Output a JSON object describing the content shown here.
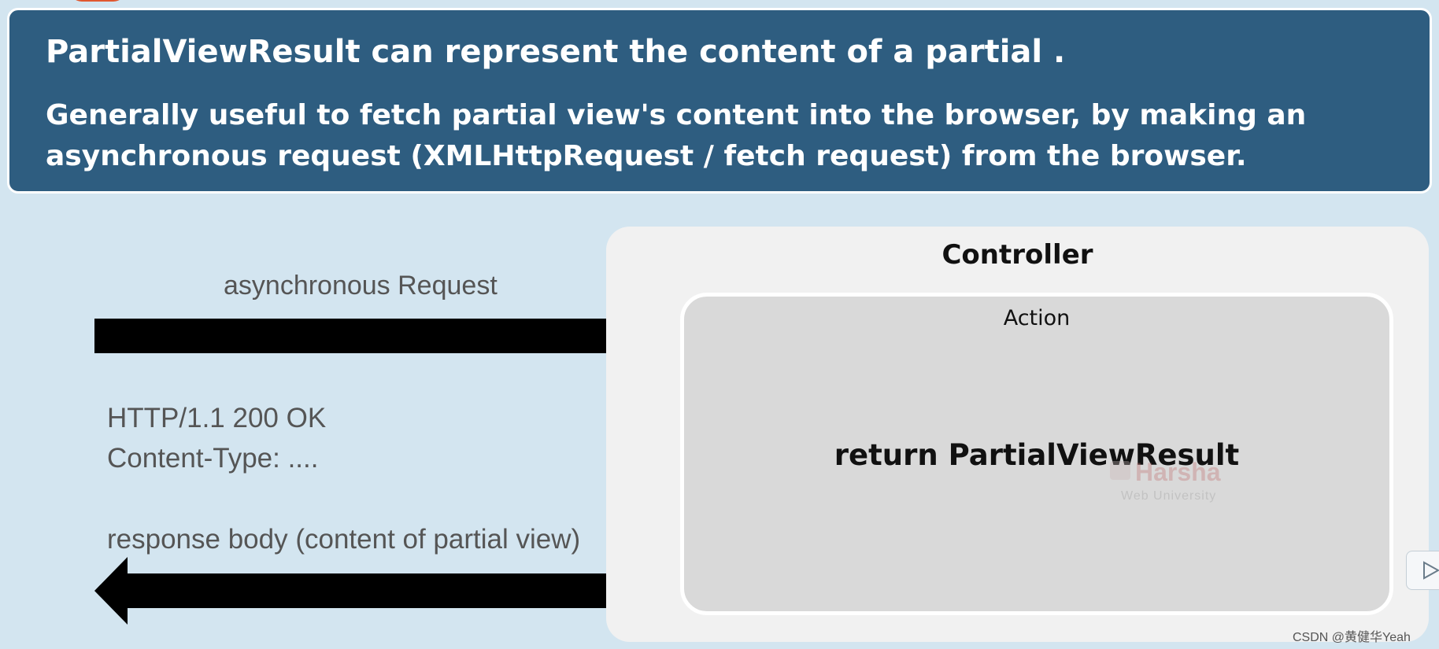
{
  "banner": {
    "title": "PartialViewResult can represent the content of a partial .",
    "subtitle": "Generally useful to fetch partial view's content into the browser, by making an asynchronous request (XMLHttpRequest / fetch request) from the browser."
  },
  "diagram": {
    "request_label": "asynchronous Request",
    "status_line": "HTTP/1.1  200  OK",
    "content_type_line": "Content-Type: ....",
    "response_label": "response body (content of partial view)",
    "controller_label": "Controller",
    "action_label": "Action",
    "return_label": "return PartialViewResult"
  },
  "watermark": {
    "name": "Harsha",
    "subtitle": "Web University"
  },
  "footer": {
    "credit": "CSDN @黄健华Yeah"
  },
  "colors": {
    "banner_bg": "#2e5d80",
    "page_bg": "#d3e5f0",
    "controller_bg": "#f1f1f1",
    "action_bg": "#d9d9d9",
    "arrow": "#000000"
  },
  "icons": {
    "request_arrow": "right-arrow-icon",
    "response_arrow": "left-arrow-icon",
    "video_play": "play-icon"
  }
}
